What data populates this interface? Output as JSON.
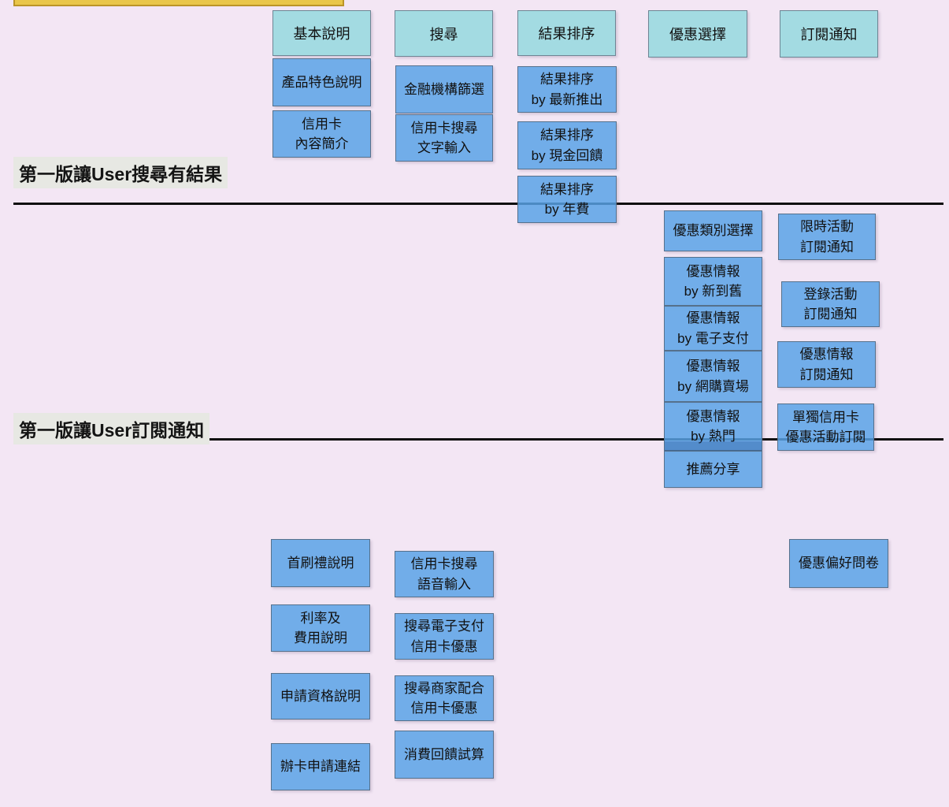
{
  "palette": {
    "background": "#f3e6f4",
    "activity_fill": "#a3dbe2",
    "task_fill": "#74aee9",
    "card_border": "#56718c",
    "divider_line": "#0f0f0f",
    "section_label_bg": "#e7e8e3",
    "topbar_fill": "#e9c64a",
    "topbar_border": "#bb9428"
  },
  "activities": [
    {
      "label": "基本說明"
    },
    {
      "label": "搜尋"
    },
    {
      "label": "結果排序"
    },
    {
      "label": "優惠選擇"
    },
    {
      "label": "訂閱通知"
    }
  ],
  "dividers": [
    {
      "label": "第一版讓User搜尋有結果"
    },
    {
      "label": "第一版讓User訂閱通知"
    }
  ],
  "cards": [
    {
      "l1": "產品特色說明"
    },
    {
      "l1": "信用卡",
      "l2": "內容簡介"
    },
    {
      "l1": "金融機構篩選"
    },
    {
      "l1": "信用卡搜尋",
      "l2": "文字輸入"
    },
    {
      "l1": "結果排序",
      "l2": "by 最新推出"
    },
    {
      "l1": "結果排序",
      "l2": "by 現金回饋"
    },
    {
      "l1": "結果排序",
      "l2": "by 年費"
    },
    {
      "l1": "優惠類別選擇"
    },
    {
      "l1": "優惠情報",
      "l2": "by 新到舊"
    },
    {
      "l1": "優惠情報",
      "l2": "by 電子支付"
    },
    {
      "l1": "優惠情報",
      "l2": "by 網購賣場"
    },
    {
      "l1": "優惠情報",
      "l2": "by 熱門"
    },
    {
      "l1": "推薦分享"
    },
    {
      "l1": "限時活動",
      "l2": "訂閱通知"
    },
    {
      "l1": "登錄活動",
      "l2": "訂閱通知"
    },
    {
      "l1": "優惠情報",
      "l2": "訂閱通知"
    },
    {
      "l1": "單獨信用卡",
      "l2": "優惠活動訂閱"
    },
    {
      "l1": "首刷禮說明"
    },
    {
      "l1": "利率及",
      "l2": "費用說明"
    },
    {
      "l1": "申請資格說明"
    },
    {
      "l1": "辦卡申請連結"
    },
    {
      "l1": "信用卡搜尋",
      "l2": "語音輸入"
    },
    {
      "l1": "搜尋電子支付",
      "l2": "信用卡優惠"
    },
    {
      "l1": "搜尋商家配合",
      "l2": "信用卡優惠"
    },
    {
      "l1": "消費回饋試算"
    },
    {
      "l1": "優惠偏好問卷"
    }
  ]
}
